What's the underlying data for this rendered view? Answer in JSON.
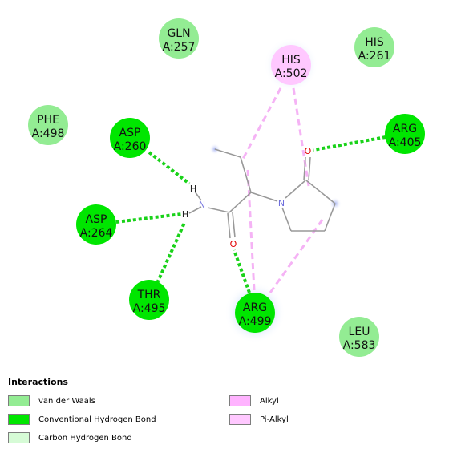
{
  "colors": {
    "van_der_waals": "#93ec93",
    "conventional_hbond": "#00e600",
    "carbon_hbond": "#d6fbd6",
    "alkyl": "#ffb3ff",
    "pi_alkyl": "#ffc8ff",
    "hbond_line": "#19d219",
    "alkyl_line": "#f5b3f5",
    "bond": "#999999",
    "oxygen": "#e00000",
    "nitrogen": "#6f6fdd"
  },
  "residues": [
    {
      "id": "gln257",
      "name": "GLN",
      "num": "A:257",
      "type": "van_der_waals"
    },
    {
      "id": "his261",
      "name": "HIS",
      "num": "A:261",
      "type": "van_der_waals"
    },
    {
      "id": "his502",
      "name": "HIS",
      "num": "A:502",
      "type": "pi_alkyl"
    },
    {
      "id": "phe498",
      "name": "PHE",
      "num": "A:498",
      "type": "van_der_waals"
    },
    {
      "id": "asp260",
      "name": "ASP",
      "num": "A:260",
      "type": "conventional_hbond"
    },
    {
      "id": "arg405",
      "name": "ARG",
      "num": "A:405",
      "type": "conventional_hbond"
    },
    {
      "id": "asp264",
      "name": "ASP",
      "num": "A:264",
      "type": "conventional_hbond"
    },
    {
      "id": "thr495",
      "name": "THR",
      "num": "A:495",
      "type": "conventional_hbond"
    },
    {
      "id": "arg499",
      "name": "ARG",
      "num": "A:499",
      "type": "conventional_hbond"
    },
    {
      "id": "leu583",
      "name": "LEU",
      "num": "A:583",
      "type": "van_der_waals"
    }
  ],
  "atoms": {
    "h_upper": "H",
    "h_lower": "H",
    "nitrogen_amide": "N",
    "nitrogen_ring": "N",
    "oxygen_amide": "O",
    "oxygen_ring": "O"
  },
  "legend": {
    "title": "Interactions",
    "items": [
      {
        "label": "van der Waals",
        "type": "van_der_waals"
      },
      {
        "label": "Conventional Hydrogen Bond",
        "type": "conventional_hbond"
      },
      {
        "label": "Carbon Hydrogen Bond",
        "type": "carbon_hbond"
      },
      {
        "label": "Alkyl",
        "type": "alkyl"
      },
      {
        "label": "Pi-Alkyl",
        "type": "pi_alkyl"
      }
    ]
  }
}
